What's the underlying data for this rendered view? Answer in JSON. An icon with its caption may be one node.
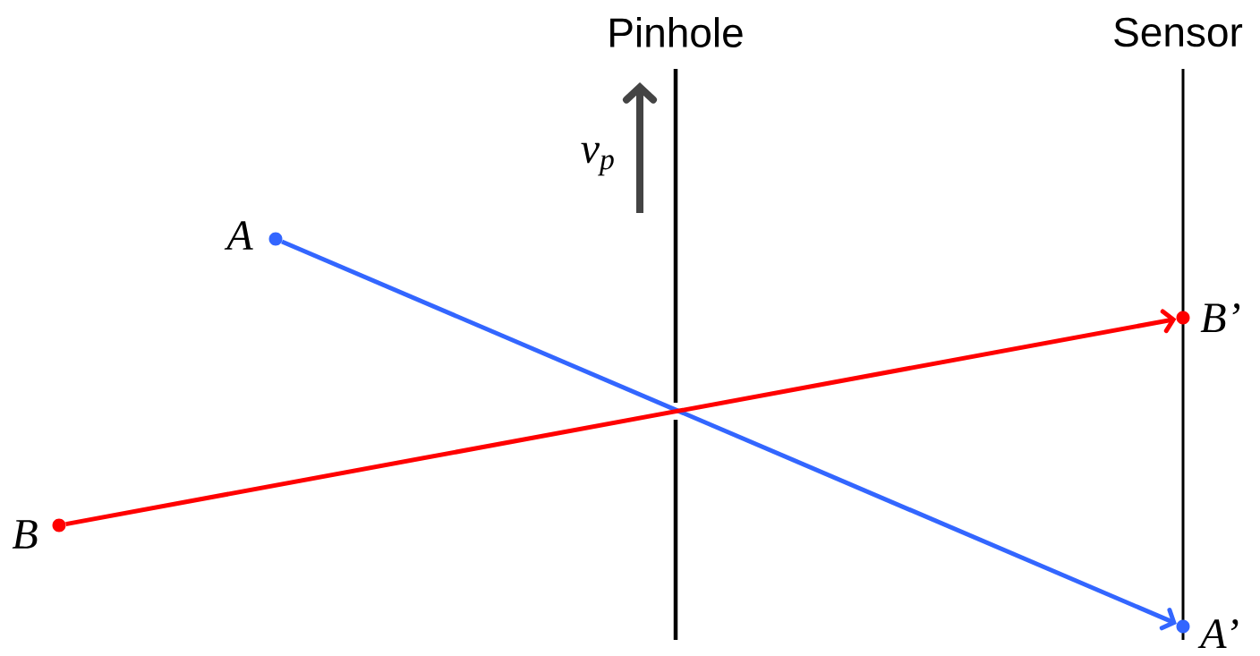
{
  "diagram": {
    "nodes": [
      {
        "text": [],
        "shape": "circle",
        "beside": [
          "A"
        ]
      },
      {
        "text": [],
        "shape": "circle",
        "beside": [
          "B"
        ]
      },
      {
        "text": [],
        "shape": "circle",
        "beside": [
          "B’"
        ]
      },
      {
        "text": [],
        "shape": "circle",
        "beside": [
          "A’"
        ]
      }
    ],
    "edges": [
      {
        "from": 0,
        "to": 3,
        "arrow": "to",
        "color": "#3366ff"
      },
      {
        "from": 1,
        "to": 2,
        "arrow": "to",
        "color": "#ff0000"
      }
    ],
    "labels": [
      "Pinhole",
      "Sensor",
      "v$_{p}$"
    ]
  }
}
